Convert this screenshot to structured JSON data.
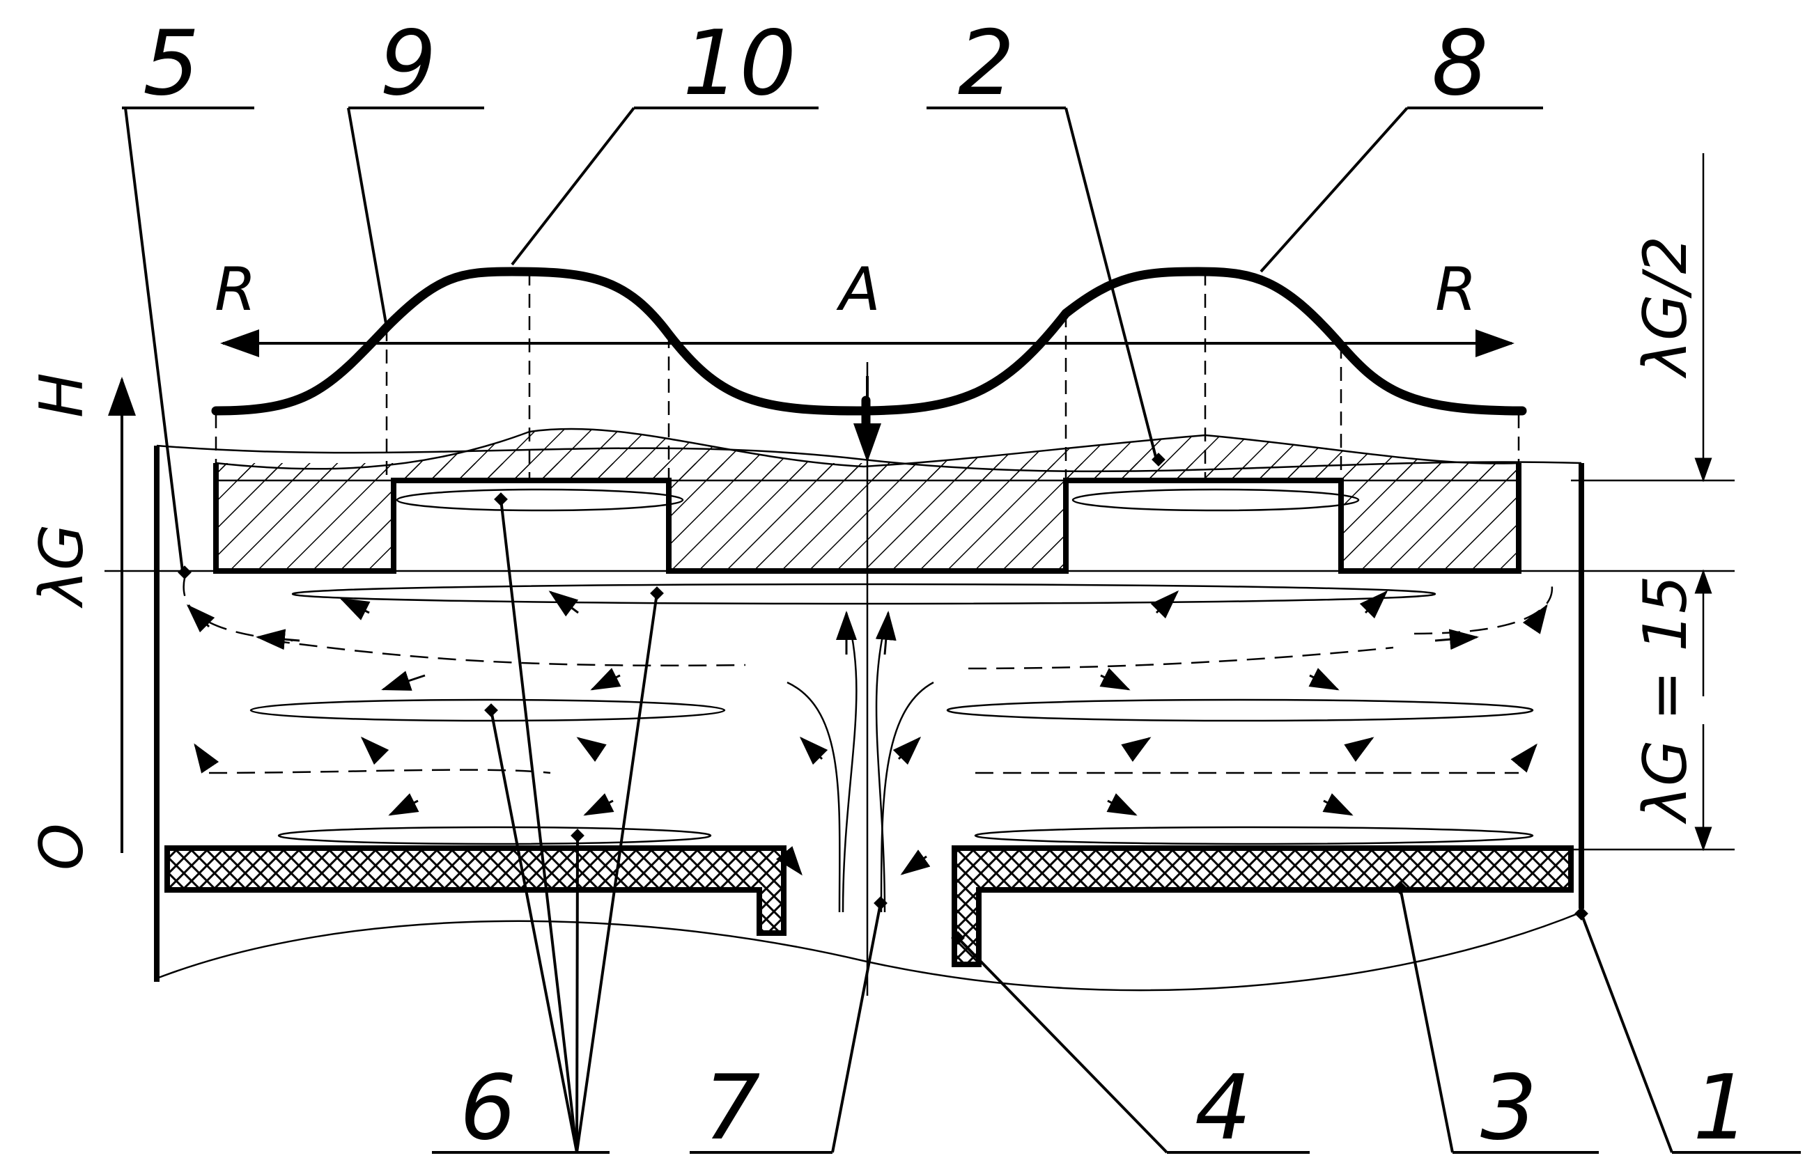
{
  "labels": {
    "n5": "5",
    "n9": "9",
    "n10": "10",
    "n2": "2",
    "n8": "8",
    "n6": "6",
    "n7": "7",
    "n4": "4",
    "n3": "3",
    "n1": "1",
    "R_left": "R",
    "A": "A",
    "R_right": "R",
    "H": "H",
    "lambda_G": "λG",
    "zero": "O",
    "lambda_half": "λG/2",
    "lambda_eq": "λG = 15"
  },
  "colors": {
    "ink": "#000000",
    "paper": "#ffffff"
  }
}
